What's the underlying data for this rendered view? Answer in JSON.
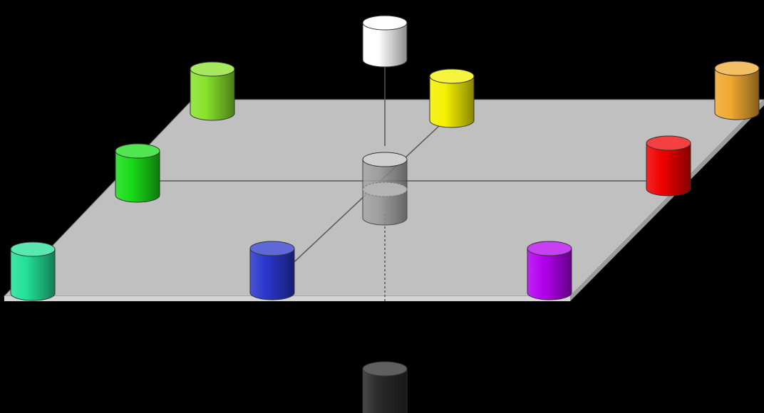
{
  "diagram": {
    "type": "3d-color-cylinder-diagram",
    "background_color": "#000000",
    "plane": {
      "fill": "#c0c0c0",
      "edge_fill": "#d4d4d4",
      "line_color": "#555555"
    },
    "cylinders": [
      {
        "id": "white",
        "name": "white-cylinder",
        "color": "#ffffff",
        "axis": "vertical-top"
      },
      {
        "id": "yellow-green",
        "name": "yellow-green-cylinder",
        "color": "#88e22a"
      },
      {
        "id": "yellow",
        "name": "yellow-cylinder",
        "color": "#f4f000"
      },
      {
        "id": "orange",
        "name": "orange-cylinder",
        "color": "#f0a830"
      },
      {
        "id": "green",
        "name": "green-cylinder",
        "color": "#18dc18"
      },
      {
        "id": "red",
        "name": "red-cylinder",
        "color": "#f00000"
      },
      {
        "id": "cyan-green",
        "name": "cyan-green-cylinder",
        "color": "#22e098"
      },
      {
        "id": "blue",
        "name": "blue-cylinder",
        "color": "#2a36cc"
      },
      {
        "id": "purple",
        "name": "purple-cylinder",
        "color": "#b400f0"
      },
      {
        "id": "gray-center",
        "name": "gray-center-cylinder",
        "color": "#9a9a9a"
      },
      {
        "id": "black",
        "name": "black-cylinder",
        "color": "#2a2a2a",
        "axis": "vertical-bottom"
      }
    ]
  }
}
